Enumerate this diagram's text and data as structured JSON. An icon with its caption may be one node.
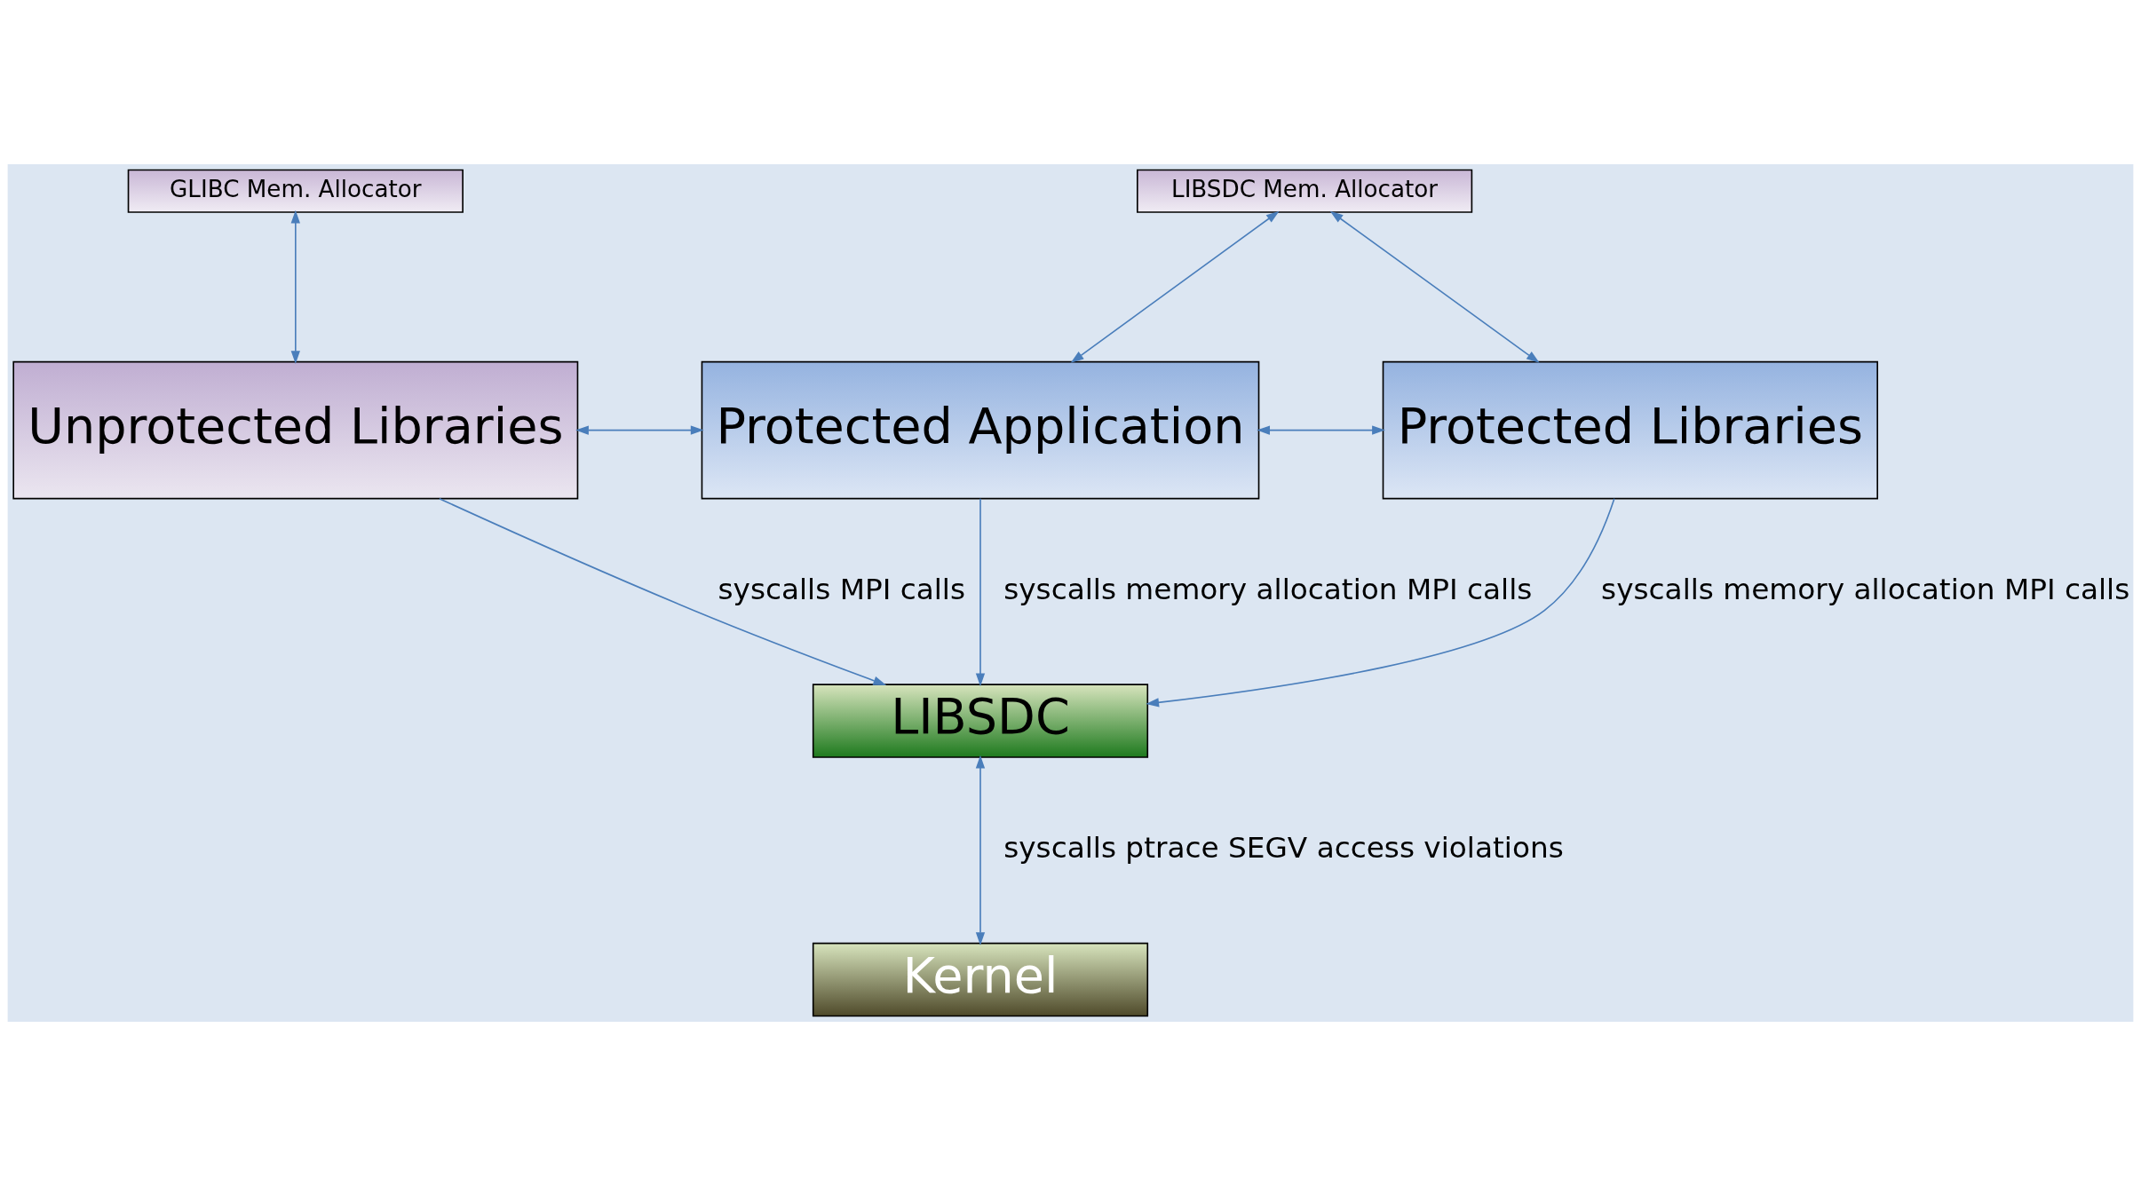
{
  "diagram": {
    "nodes": [
      {
        "text": [
          "GLIBC Mem. Allocator"
        ]
      },
      {
        "text": [
          "LIBSDC Mem. Allocator"
        ]
      },
      {
        "text": [
          "Unprotected Libraries"
        ]
      },
      {
        "text": [
          "Protected Application"
        ]
      },
      {
        "text": [
          "Protected Libraries"
        ]
      },
      {
        "text": [
          "LIBSDC"
        ]
      },
      {
        "text": [
          "Kernel"
        ]
      }
    ],
    "edges": [
      {
        "from": 0,
        "to": 2,
        "arrow": "both"
      },
      {
        "from": 1,
        "to": 3,
        "arrow": "both"
      },
      {
        "from": 1,
        "to": 4,
        "arrow": "both"
      },
      {
        "from": 2,
        "to": 3,
        "arrow": "both"
      },
      {
        "from": 3,
        "to": 4,
        "arrow": "both"
      },
      {
        "from": 2,
        "to": 5,
        "arrow": "to",
        "label": "syscalls MPI calls"
      },
      {
        "from": 3,
        "to": 5,
        "arrow": "to",
        "label": "syscalls memory allocation MPI calls"
      },
      {
        "from": 4,
        "to": 5,
        "arrow": "to",
        "label": "syscalls memory allocation MPI calls"
      },
      {
        "from": 5,
        "to": 6,
        "arrow": "both",
        "label": "syscalls ptrace SEGV access violations"
      }
    ]
  }
}
